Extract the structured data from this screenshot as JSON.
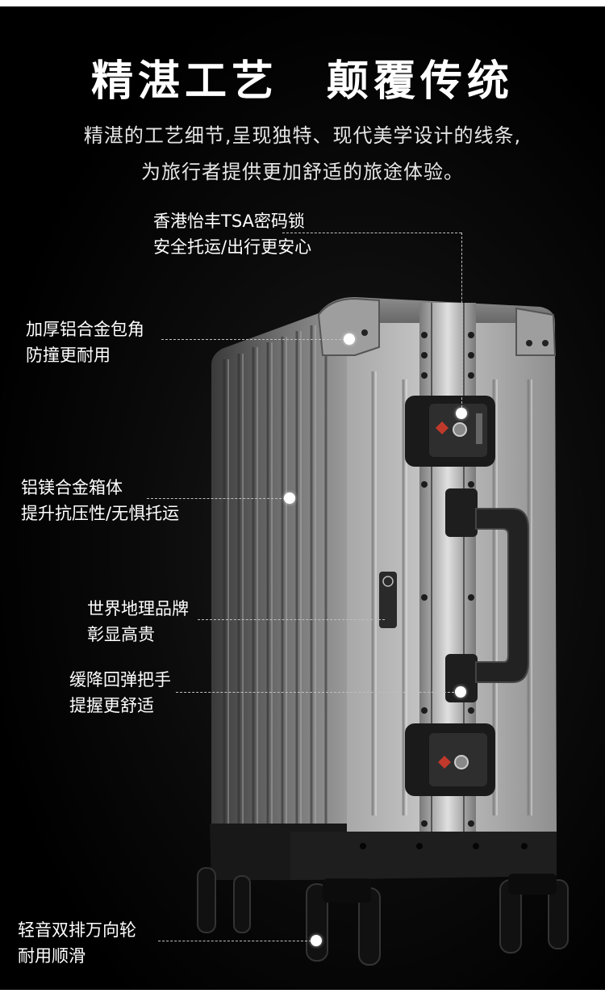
{
  "title": {
    "part1": "精湛工艺",
    "part2": "颠覆传统"
  },
  "subtitle": {
    "line1": "精湛的工艺细节,呈现独特、现代美学设计的线条,",
    "line2": "为旅行者提供更加舒适的旅途体验。"
  },
  "callouts": {
    "lock": {
      "line1": "香港怡丰TSA密码锁",
      "line2": "安全托运/出行更安心"
    },
    "corner": {
      "line1": "加厚铝合金包角",
      "line2": "防撞更耐用"
    },
    "body": {
      "line1": "铝镁合金箱体",
      "line2": "提升抗压性/无惧托运"
    },
    "brand": {
      "line1": "世界地理品牌",
      "line2": "彰显高贵"
    },
    "handle": {
      "line1": "缓降回弹把手",
      "line2": "提握更舒适"
    },
    "wheels": {
      "line1": "轻音双排万向轮",
      "line2": "耐用顺滑"
    }
  },
  "colors": {
    "background": "#000000",
    "text": "#ffffff",
    "shell": "#8a8a8a",
    "frame": "#b5b5b5",
    "plastic": "#1a1a1a"
  }
}
